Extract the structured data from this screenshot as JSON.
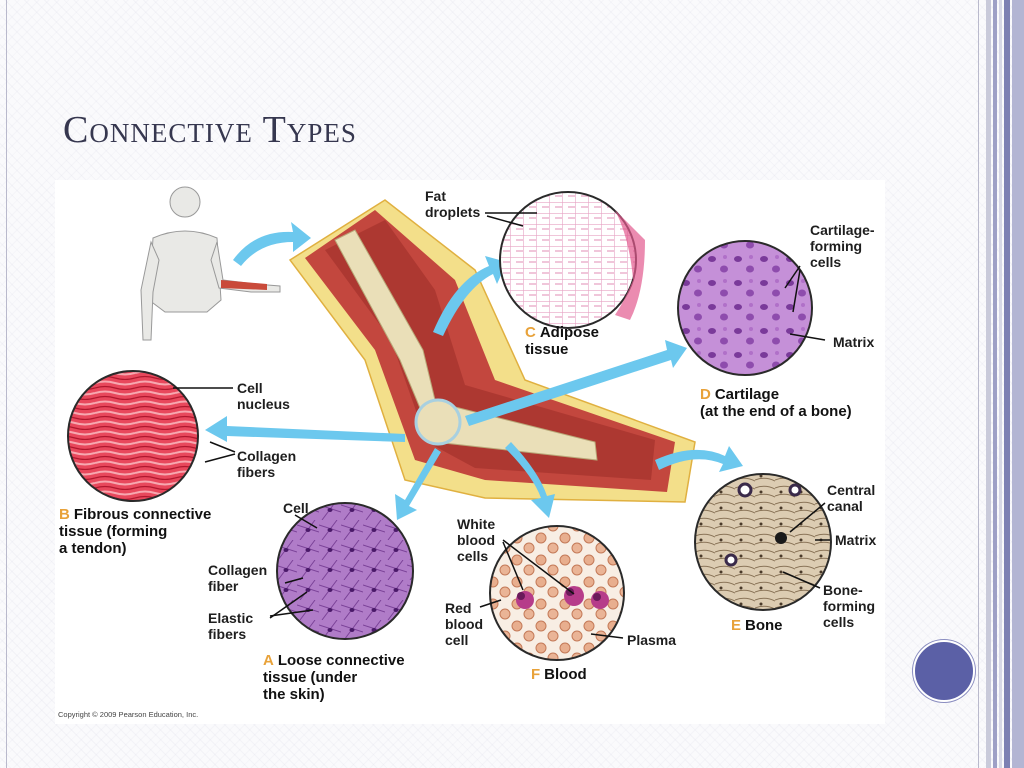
{
  "slide": {
    "title": "Connective Types",
    "colors": {
      "accent": "#5b60a6",
      "title": "#36374f",
      "caption_letter": "#e8a23a",
      "arrow": "#6cc8ee"
    }
  },
  "figure": {
    "copyright": "Copyright © 2009 Pearson Education, Inc.",
    "panels": {
      "adipose": {
        "letter": "C",
        "caption": "Adipose\ntissue",
        "labels": {
          "fat_droplets": "Fat\ndroplets"
        }
      },
      "cartilage": {
        "letter": "D",
        "caption": "Cartilage\n(at the end of a bone)",
        "labels": {
          "forming_cells": "Cartilage-\nforming\ncells",
          "matrix": "Matrix"
        }
      },
      "fibrous": {
        "letter": "B",
        "caption": "Fibrous connective\ntissue (forming\na tendon)",
        "labels": {
          "cell_nucleus": "Cell\nnucleus",
          "collagen_fibers": "Collagen\nfibers"
        }
      },
      "loose": {
        "letter": "A",
        "caption": "Loose connective\ntissue (under\nthe skin)",
        "labels": {
          "cell": "Cell",
          "collagen_fiber": "Collagen\nfiber",
          "elastic_fibers": "Elastic\nfibers"
        }
      },
      "blood": {
        "letter": "F",
        "caption": "Blood",
        "labels": {
          "white_blood_cells": "White\nblood\ncells",
          "red_blood_cell": "Red\nblood\ncell",
          "plasma": "Plasma"
        }
      },
      "bone": {
        "letter": "E",
        "caption": "Bone",
        "labels": {
          "central_canal": "Central\ncanal",
          "matrix": "Matrix",
          "bone_forming_cells": "Bone-\nforming\ncells"
        }
      }
    }
  }
}
